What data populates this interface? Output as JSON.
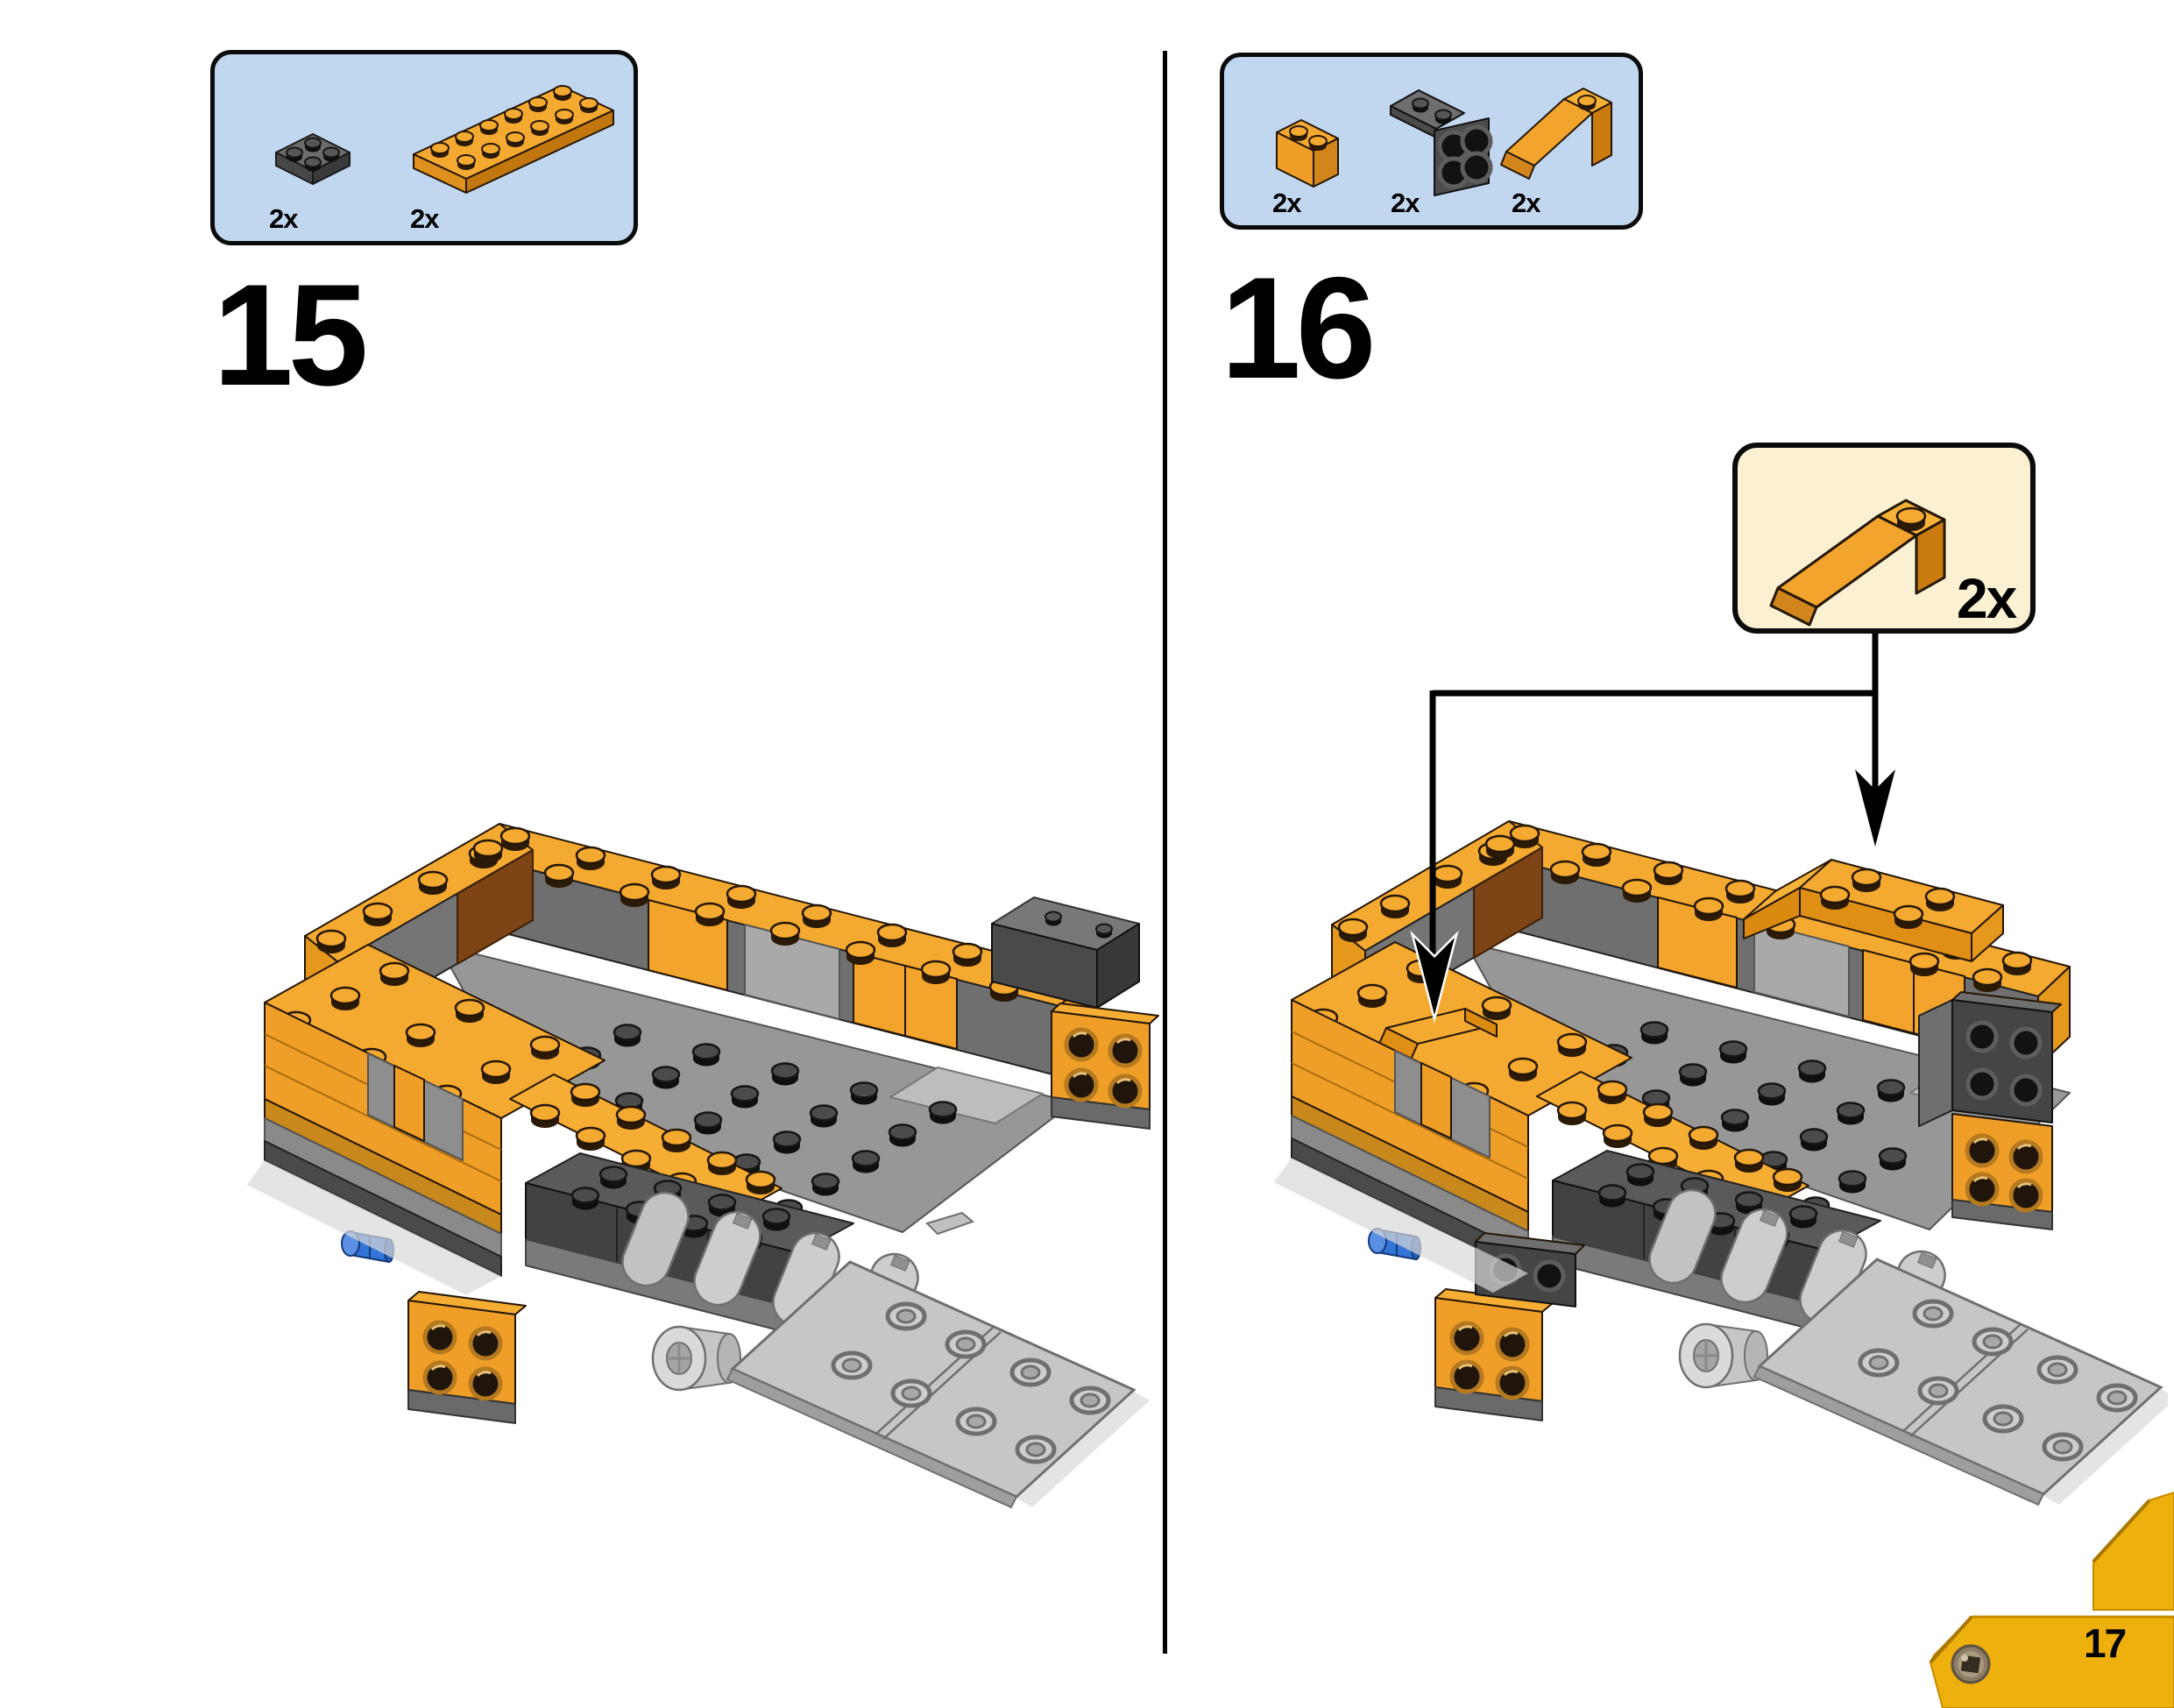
{
  "page": {
    "number": "17",
    "background_color": "#ffffff",
    "divider_color": "#000000",
    "corner_color": "#edb00c"
  },
  "steps": [
    {
      "number": "15",
      "parts_box": {
        "background_color": "#c1d7f0",
        "parts": [
          {
            "qty": "2x",
            "name": "dark-gray-2x2-plate",
            "color": "#6c6c6c"
          },
          {
            "qty": "2x",
            "name": "orange-2x6-plate",
            "color": "#f4a930"
          }
        ]
      },
      "model": "orange-and-gray-u-shaped-assembly-with-hinged-ramp"
    },
    {
      "number": "16",
      "parts_box": {
        "background_color": "#c1d7f0",
        "parts": [
          {
            "qty": "2x",
            "name": "orange-1x2-brick",
            "color": "#f4a930"
          },
          {
            "qty": "2x",
            "name": "dark-gray-bracket-1x2-2x2",
            "color": "#4c4c4c"
          },
          {
            "qty": "2x",
            "name": "orange-slope-brick",
            "color": "#f4a930"
          }
        ]
      },
      "callout": {
        "qty": "2x",
        "name": "orange-slope-brick",
        "background_color": "#fbf0d2"
      },
      "model": "orange-and-gray-u-shaped-assembly-with-added-slopes-brackets-and-hinged-ramp"
    }
  ]
}
